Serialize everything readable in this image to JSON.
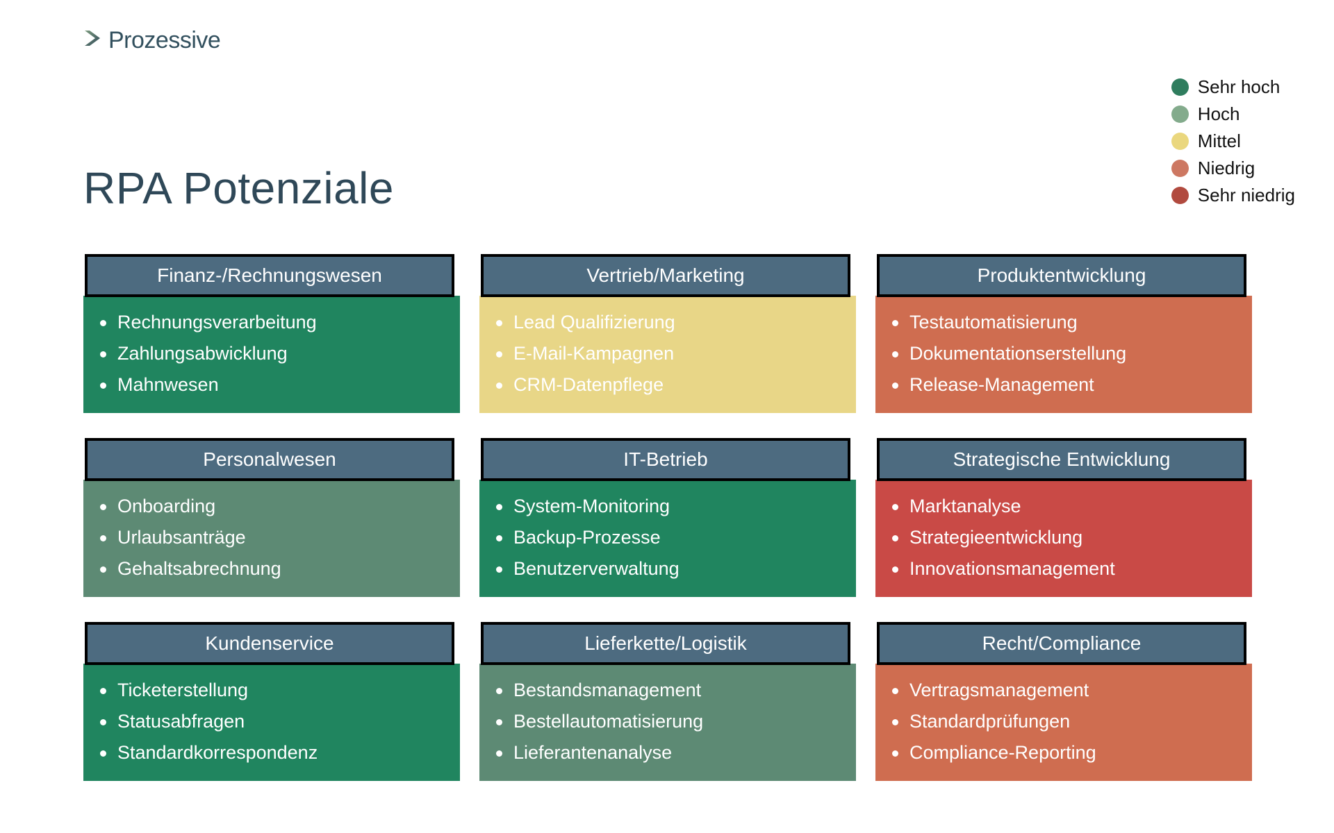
{
  "brand": {
    "name": "Prozessive",
    "logo_icon": "chevron-right-icon",
    "logo_gradient_from": "#7d9c7f",
    "logo_gradient_to": "#2f4858"
  },
  "page_title": "RPA Potenziale",
  "legend": {
    "items": [
      {
        "label": "Sehr hoch",
        "color": "#2f7d5e"
      },
      {
        "label": "Hoch",
        "color": "#83ab8c"
      },
      {
        "label": "Mittel",
        "color": "#ead77e"
      },
      {
        "label": "Niedrig",
        "color": "#cd7862"
      },
      {
        "label": "Sehr niedrig",
        "color": "#b14a3f"
      }
    ]
  },
  "card_header_bg": "#4d6b80",
  "card_header_border": "#000000",
  "cards": [
    {
      "title": "Finanz-/Rechnungswesen",
      "level": "Sehr hoch",
      "color": "#20855f",
      "items": [
        "Rechnungsverarbeitung",
        "Zahlungsabwicklung",
        "Mahnwesen"
      ]
    },
    {
      "title": "Vertrieb/Marketing",
      "level": "Mittel",
      "color": "#e8d687",
      "items": [
        "Lead Qualifizierung",
        "E-Mail-Kampagnen",
        "CRM-Datenpflege"
      ]
    },
    {
      "title": "Produktentwicklung",
      "level": "Niedrig",
      "color": "#cf6d50",
      "items": [
        "Testautomatisierung",
        "Dokumentationserstellung",
        "Release-Management"
      ]
    },
    {
      "title": "Personalwesen",
      "level": "Hoch",
      "color": "#5d8a74",
      "items": [
        "Onboarding",
        "Urlaubsanträge",
        "Gehaltsabrechnung"
      ]
    },
    {
      "title": "IT-Betrieb",
      "level": "Sehr hoch",
      "color": "#20855f",
      "items": [
        "System-Monitoring",
        "Backup-Prozesse",
        "Benutzerverwaltung"
      ]
    },
    {
      "title": "Strategische Entwicklung",
      "level": "Sehr niedrig",
      "color": "#c94a46",
      "items": [
        "Marktanalyse",
        "Strategieentwicklung",
        "Innovationsmanagement"
      ]
    },
    {
      "title": "Kundenservice",
      "level": "Sehr hoch",
      "color": "#20855f",
      "items": [
        "Ticketerstellung",
        "Statusabfragen",
        "Standardkorrespondenz"
      ]
    },
    {
      "title": "Lieferkette/Logistik",
      "level": "Hoch",
      "color": "#5d8a74",
      "items": [
        "Bestandsmanagement",
        "Bestellautomatisierung",
        "Lieferantenanalyse"
      ]
    },
    {
      "title": "Recht/Compliance",
      "level": "Niedrig",
      "color": "#cf6d50",
      "items": [
        "Vertragsmanagement",
        "Standardprüfungen",
        "Compliance-Reporting"
      ]
    }
  ]
}
